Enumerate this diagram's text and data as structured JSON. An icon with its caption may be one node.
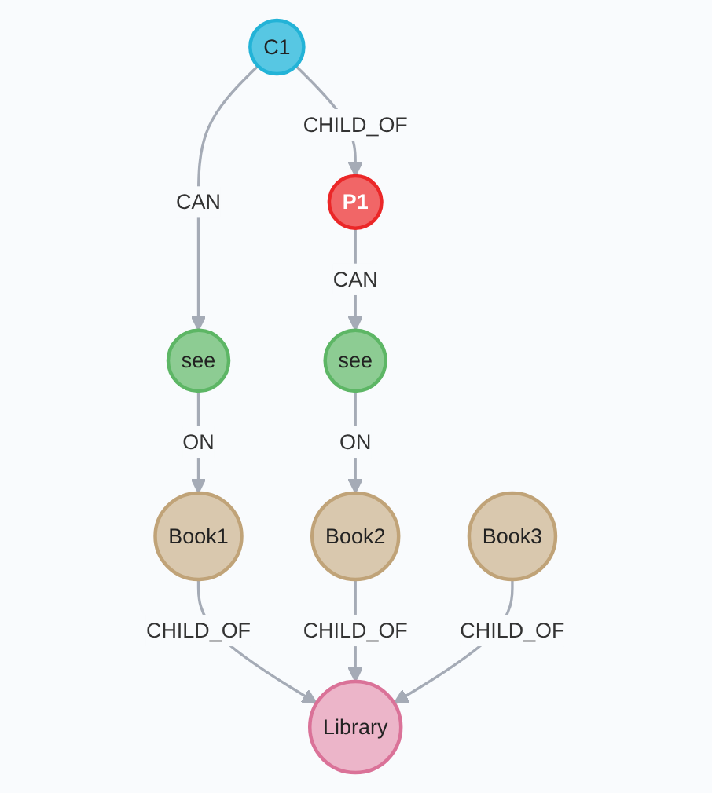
{
  "diagram": {
    "nodes": [
      {
        "text": [
          "C1"
        ]
      },
      {
        "text": [
          "P1"
        ]
      },
      {
        "text": [
          "see"
        ]
      },
      {
        "text": [
          "see"
        ]
      },
      {
        "text": [
          "Book1"
        ]
      },
      {
        "text": [
          "Book2"
        ]
      },
      {
        "text": [
          "Library"
        ]
      },
      {
        "text": [
          "Book3"
        ]
      }
    ],
    "edges": [
      {
        "from": 0,
        "to": 1,
        "arrow": "to",
        "label": "CHILD_OF"
      },
      {
        "from": 0,
        "to": 2,
        "arrow": "to",
        "label": "CAN"
      },
      {
        "from": 1,
        "to": 3,
        "arrow": "to",
        "label": "CAN"
      },
      {
        "from": 2,
        "to": 4,
        "arrow": "to",
        "label": "ON"
      },
      {
        "from": 3,
        "to": 5,
        "arrow": "to",
        "label": "ON"
      },
      {
        "from": 4,
        "to": 6,
        "arrow": "to",
        "label": "CHILD_OF"
      },
      {
        "from": 5,
        "to": 6,
        "arrow": "to",
        "label": "CHILD_OF"
      },
      {
        "from": 7,
        "to": 6,
        "arrow": "to",
        "label": "CHILD_OF"
      }
    ]
  }
}
